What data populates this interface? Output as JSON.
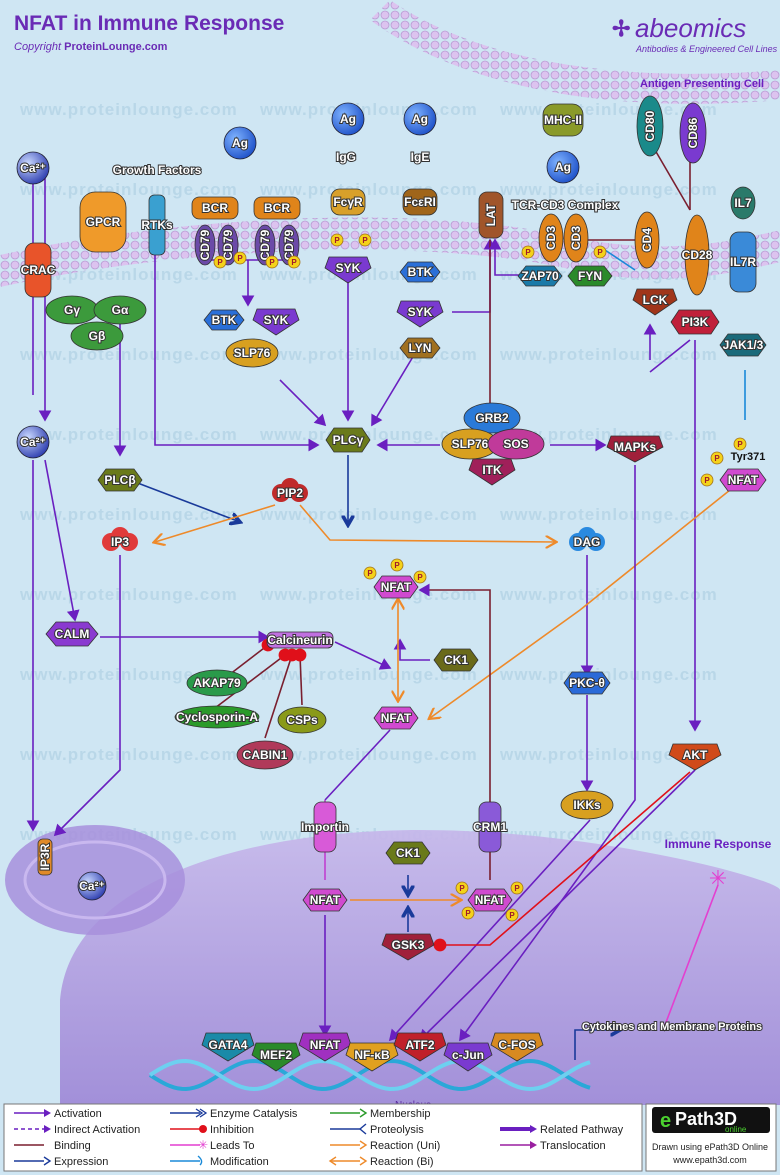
{
  "header": {
    "title": "NFAT in Immune Response",
    "copyright_prefix": "Copyright",
    "copyright_site": "ProteinLounge.com",
    "brand_name": "abeomics",
    "brand_tagline": "Antibodies & Engineered Cell Lines",
    "watermark": "www.proteinlounge.com"
  },
  "regions": {
    "apc": "Antigen Presenting Cell",
    "nucleus": "Nucleus"
  },
  "colors": {
    "background": "#cfe6f3",
    "membrane": "#d6b9ea",
    "nucleus": "#b5a0dd",
    "activation": "#6a1fc0",
    "inhibition": "#e0101a",
    "reaction": "#ee8a2a",
    "leads_to": "#e33fd0",
    "expression": "#1a3a9a",
    "binding": "#7a1f2f"
  },
  "nodes": {
    "ca_top": "Ca²⁺",
    "ca_mid": "Ca²⁺",
    "ca_er": "Ca²⁺",
    "crac": "CRAC",
    "gpcr": "GPCR",
    "g_gamma": "Gγ",
    "g_alpha": "Gα",
    "g_beta": "Gβ",
    "growth_factors": "Growth Factors",
    "rtks": "RTKs",
    "ag1": "Ag",
    "ag2": "Ag",
    "ag3": "Ag",
    "ag4": "Ag",
    "bcr1": "BCR",
    "bcr2": "BCR",
    "cd79_1": "CD79",
    "cd79_2": "CD79",
    "cd79_3": "CD79",
    "cd79_4": "CD79",
    "igg": "IgG",
    "ige": "IgE",
    "fcgr": "FcγR",
    "fceri": "FcεRI",
    "syk_fcg": "SYK",
    "btk_fce": "BTK",
    "syk_fce": "SYK",
    "lyn": "LYN",
    "btk_bcr": "BTK",
    "syk_bcr": "SYK",
    "slp76_bcr": "SLP76",
    "lat": "LAT",
    "mhc": "MHC-II",
    "tcr": "TCR-CD3 Complex",
    "cd3a": "CD3",
    "cd3b": "CD3",
    "zap70": "ZAP70",
    "fyn": "FYN",
    "cd4": "CD4",
    "lck": "LCK",
    "cd80": "CD80",
    "cd86": "CD86",
    "cd28": "CD28",
    "pi3k": "PI3K",
    "il7": "IL7",
    "il7r": "IL7R",
    "jak": "JAK1/3",
    "plcg": "PLCγ",
    "grb2": "GRB2",
    "slp76": "SLP76",
    "sos": "SOS",
    "itk": "ITK",
    "mapks": "MAPKs",
    "tyr371": "Tyr371",
    "nfat_tyr": "NFAT",
    "plcb": "PLCβ",
    "pip2": "PIP2",
    "ip3": "IP3",
    "dag": "DAG",
    "calm": "CALM",
    "calcineurin": "Calcineurin",
    "akap79": "AKAP79",
    "cyclosporin": "Cyclosporin-A",
    "cabin1": "CABIN1",
    "csps": "CSPs",
    "nfat_p_top": "NFAT",
    "ck1_top": "CK1",
    "nfat_mid": "NFAT",
    "pkc": "PKC-θ",
    "akt": "AKT",
    "ikks": "IKKs",
    "importin": "Importin",
    "crm1": "CRM1",
    "ip3r": "IP3R",
    "ck1_nuc": "CK1",
    "nfat_nuc": "NFAT",
    "nfat_p_nuc": "NFAT",
    "gsk3": "GSK3",
    "gata4": "GATA4",
    "mef2": "MEF2",
    "nfat_dna": "NFAT",
    "nfkb": "NF-κB",
    "atf2": "ATF2",
    "cjun": "c-Jun",
    "cfos": "C-FOS",
    "immune_response": "Immune Response",
    "cytokines": "Cytokines and Membrane Proteins",
    "p": "P"
  },
  "legend": {
    "col1": [
      "Activation",
      "Indirect Activation",
      "Binding",
      "Expression"
    ],
    "col2": [
      "Enzyme Catalysis",
      "Inhibition",
      "Leads To",
      "Modification"
    ],
    "col3": [
      "Membership",
      "Proteolysis",
      "Reaction (Uni)",
      "Reaction (Bi)"
    ],
    "col4": [
      "Related Pathway",
      "Translocation"
    ]
  },
  "footer": {
    "logo_e": "e",
    "logo_path": "Path3D",
    "logo_online": "online",
    "drawn_using": "Drawn using ePath3D Online",
    "url": "www.epath3d.com"
  }
}
